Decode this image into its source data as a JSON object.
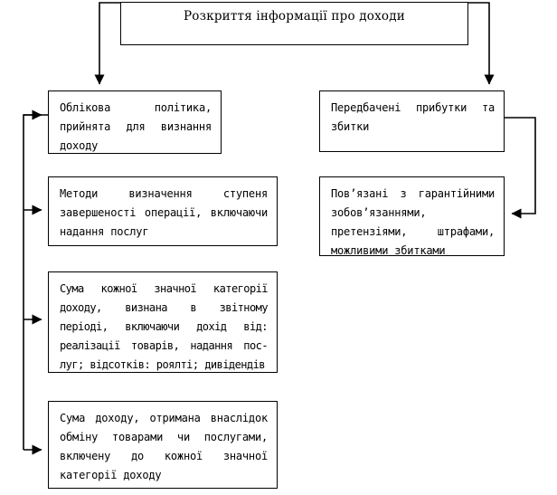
{
  "diagram": {
    "title_box": {
      "label": "Розкриття інформації про доходи"
    },
    "left_column": [
      {
        "name": "accounting-policy",
        "label": "Облікова політика, прийнята для визнання доходу"
      },
      {
        "name": "completion-methods",
        "label": "Методи визначення ступеня завершеності операції, включаючи надання послуг"
      },
      {
        "name": "income-category-amount",
        "label": "Сума кожної значної категорії доходу, визнана в звітному періоді, включаючи дохід від: реалізації товарів, надання пос-луг; відсотків: роялті; дивідендів"
      },
      {
        "name": "barter-income-amount",
        "label": "Сума доходу, отримана внаслідок обміну товарами чи послугами, включену до кожної значної категорії доходу"
      }
    ],
    "right_column": [
      {
        "name": "expected-profits-losses",
        "label": "Передбачені прибутки та збитки"
      },
      {
        "name": "warranty-claims-penalties",
        "label": "Пов’язані з гарантійними зобов’язаннями, претензіями, штрафами, можливими збитками"
      }
    ],
    "style": {
      "line_color": "#000000",
      "box_fill": "#ffffff",
      "text_color": "#000000"
    }
  }
}
